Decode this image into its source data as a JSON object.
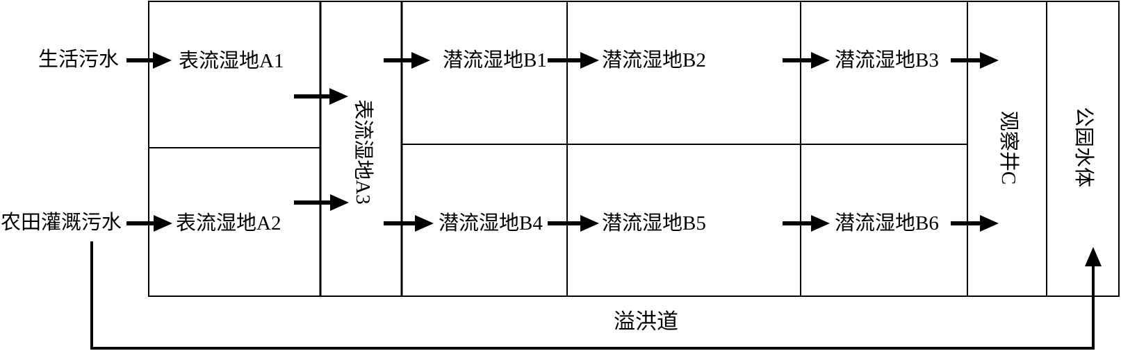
{
  "canvas": {
    "background": "#ffffff",
    "line_color": "#000000"
  },
  "sources": {
    "domestic_sewage": "生活污水",
    "farmland_irrigation_sewage": "农田灌溉污水"
  },
  "cells": {
    "a1": "表流湿地A1",
    "a2": "表流湿地A2",
    "a3": "表流湿地A3",
    "b1": "潜流湿地B1",
    "b2": "潜流湿地B2",
    "b3": "潜流湿地B3",
    "b4": "潜流湿地B4",
    "b5": "潜流湿地B5",
    "b6": "潜流湿地B6",
    "observation_well": "观察井C",
    "park_water_body": "公园水体"
  },
  "spillway": {
    "label": "溢洪道"
  }
}
